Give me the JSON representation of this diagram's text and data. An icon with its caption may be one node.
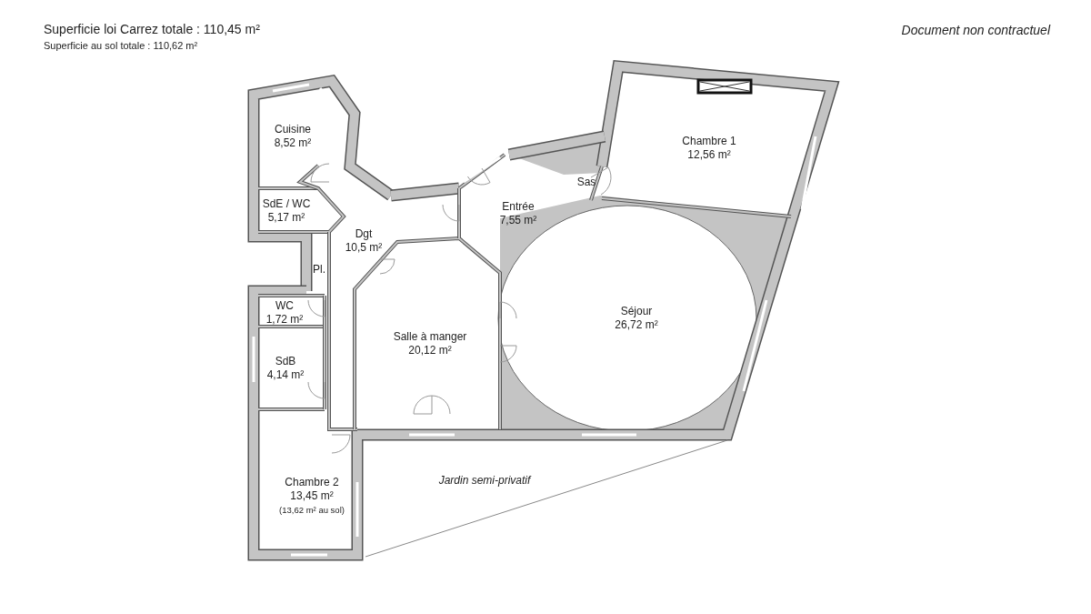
{
  "diagram": {
    "nodes": [
      {
        "text": [
          "Cuisine",
          "8,52 m²"
        ]
      },
      {
        "text": [
          "SdE / WC",
          "5,17 m²"
        ]
      },
      {
        "text": [
          "Dgt",
          "10,5 m²"
        ]
      },
      {
        "text": [
          "Pl."
        ]
      },
      {
        "text": [
          "WC",
          "1,72 m²"
        ]
      },
      {
        "text": [
          "SdB",
          "4,14 m²"
        ]
      },
      {
        "text": [
          "Chambre 2",
          "13,45 m²",
          "(13,62 m² au sol)"
        ]
      },
      {
        "text": [
          "Salle à manger",
          "20,12 m²"
        ]
      },
      {
        "text": [
          "Entrée",
          "7,55 m²"
        ]
      },
      {
        "text": [
          "Sas"
        ]
      },
      {
        "text": [
          "Chambre 1",
          "12,56 m²"
        ]
      },
      {
        "text": [
          "Séjour",
          "26,72 m²"
        ]
      },
      {
        "text": [
          "Jardin semi-privatif"
        ]
      }
    ],
    "labels": [
      "Superficie loi Carrez totale : 110,45 m²",
      "Superficie au sol totale : 110,62 m²",
      "Document non contractuel"
    ]
  }
}
